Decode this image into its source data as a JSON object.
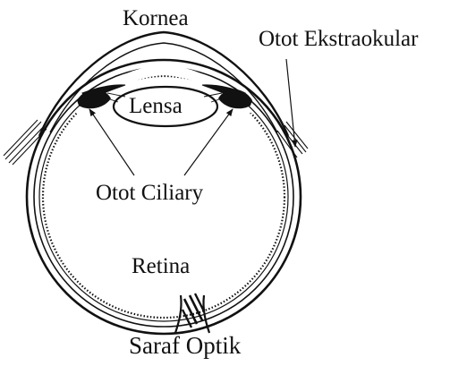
{
  "labels": {
    "cornea": "Kornea",
    "extraocular_muscle": "Otot Ekstraokular",
    "lens": "Lensa",
    "ciliary_muscle": "Otot Ciliary",
    "retina": "Retina",
    "optic_nerve": "Saraf Optik"
  },
  "colors": {
    "ink": "#111111",
    "background": "#ffffff"
  }
}
